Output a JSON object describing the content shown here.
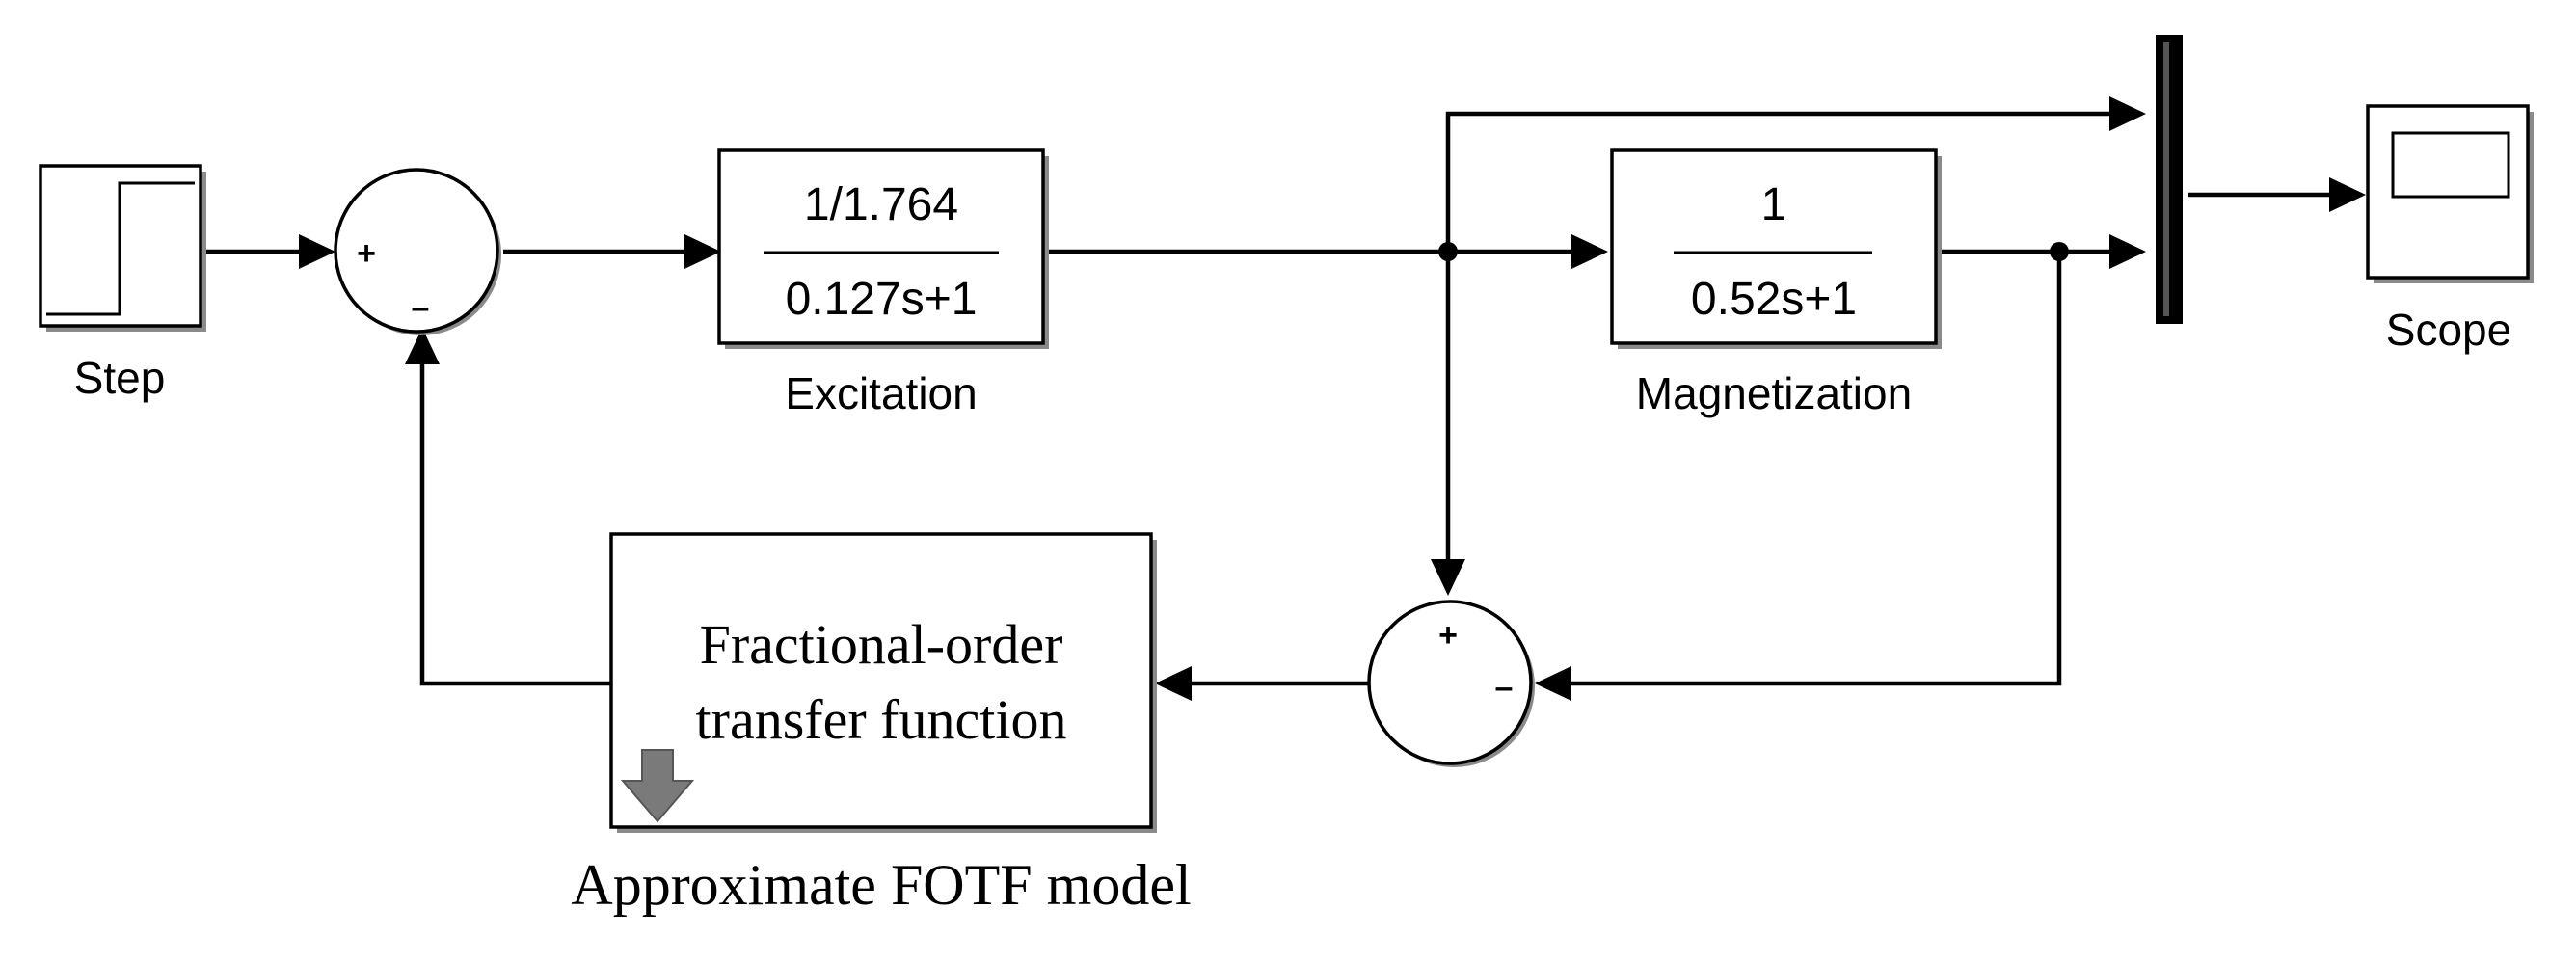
{
  "blocks": {
    "step": {
      "label": "Step"
    },
    "sum_top": {
      "sign_plus": "+",
      "sign_minus": "–"
    },
    "excitation": {
      "numerator": "1/1.764",
      "denominator": "0.127s+1",
      "label": "Excitation"
    },
    "magnetization": {
      "numerator": "1",
      "denominator": "0.52s+1",
      "label": "Magnetization"
    },
    "scope": {
      "label": "Scope"
    },
    "sum_bottom": {
      "sign_plus": "+",
      "sign_minus": "–"
    },
    "fotf": {
      "line1": "Fractional-order",
      "line2": "transfer function",
      "label": "Approximate FOTF model"
    }
  }
}
